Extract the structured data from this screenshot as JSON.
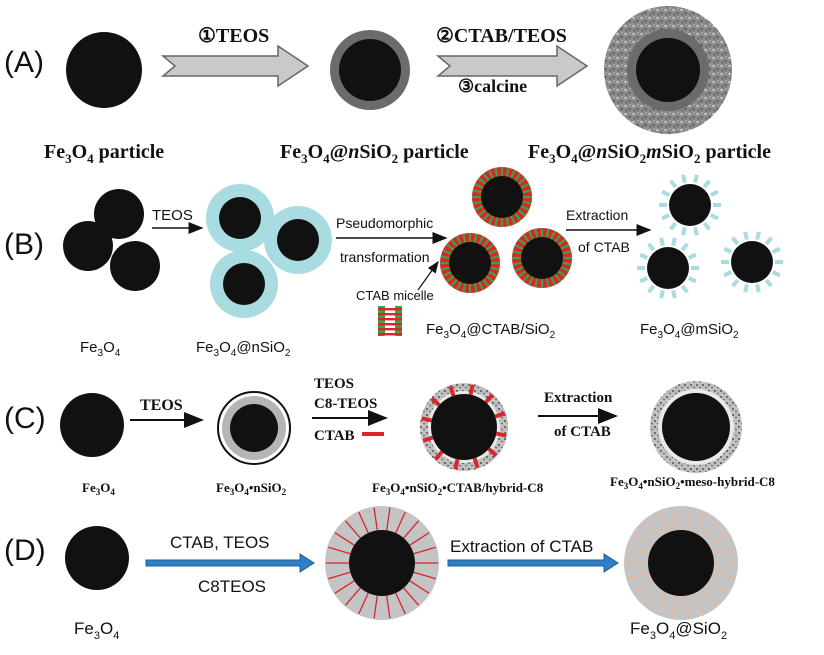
{
  "rows": {
    "A": {
      "row_label": "(A)",
      "arrow1_label": "①TEOS",
      "arrow2_label_top": "②CTAB/TEOS",
      "arrow2_label_bottom": "③calcine",
      "cap1": {
        "main": "Fe",
        "sub1": "3",
        "mid": "O",
        "sub2": "4",
        "tail": " particle"
      },
      "cap2": {
        "p1": "Fe",
        "s1": "3",
        "p2": "O",
        "s2": "4",
        "p3": "@",
        "italic": "n",
        "p4": "SiO",
        "s3": "2",
        "p5": " particle"
      },
      "cap3": {
        "p1": "Fe",
        "s1": "3",
        "p2": "O",
        "s2": "4",
        "p3": "@",
        "i1": "n",
        "p4": "SiO",
        "s3": "2",
        "i2": "m",
        "p5": "SiO",
        "s4": "2",
        "p6": " particle"
      }
    },
    "B": {
      "row_label": "(B)",
      "arrow1_label": "TEOS",
      "arrow2_label_top": "Pseudomorphic",
      "arrow2_label_bottom": "transformation",
      "arrow3_label_top": "Extraction",
      "arrow3_label_bottom": "of CTAB",
      "micelle_label": "CTAB micelle",
      "cap1": {
        "p1": "Fe",
        "s1": "3",
        "p2": "O",
        "s2": "4"
      },
      "cap2": {
        "p1": "Fe",
        "s1": "3",
        "p2": "O",
        "s2": "4",
        "p3": "@nSiO",
        "s3": "2"
      },
      "cap3": {
        "p1": "Fe",
        "s1": "3",
        "p2": "O",
        "s2": "4",
        "p3": "@CTAB/SiO",
        "s3": "2"
      },
      "cap4": {
        "p1": "Fe",
        "s1": "3",
        "p2": "O",
        "s2": "4",
        "p3": "@mSiO",
        "s3": "2"
      }
    },
    "C": {
      "row_label": "(C)",
      "arrow1_label": "TEOS",
      "arrow2_label_1": "TEOS",
      "arrow2_label_2": "C8-TEOS",
      "arrow2_label_3": "CTAB",
      "arrow3_label_top": "Extraction",
      "arrow3_label_bottom": "of CTAB",
      "cap1": {
        "p1": "Fe",
        "s1": "3",
        "p2": "O",
        "s2": "4"
      },
      "cap2": {
        "p1": "Fe",
        "s1": "3",
        "p2": "O",
        "s2": "4",
        "p3": "•nSiO",
        "s3": "2"
      },
      "cap3": {
        "p1": "Fe",
        "s1": "3",
        "p2": "O",
        "s2": "4",
        "p3": "•nSiO",
        "s3": "2",
        "p4": "•CTAB/hybrid-C8"
      },
      "cap4": {
        "p1": "Fe",
        "s1": "3",
        "p2": "O",
        "s2": "4",
        "p3": "•nSiO",
        "s3": "2",
        "p4": "•meso-hybrid-C8"
      }
    },
    "D": {
      "row_label": "(D)",
      "arrow1_label_top": "CTAB, TEOS",
      "arrow1_label_bottom": "C8TEOS",
      "arrow2_label": "Extraction of CTAB",
      "cap1": {
        "p1": "Fe",
        "s1": "3",
        "p2": "O",
        "s2": "4"
      },
      "cap2": {
        "p1": "Fe",
        "s1": "3",
        "p2": "O",
        "s2": "4",
        "p3": "@SiO",
        "s3": "2"
      }
    }
  },
  "colors": {
    "core": "#111111",
    "shell_dark_gray": "#6b6b6b",
    "shell_light_blue": "#a8dce0",
    "surfactant_red": "#d8262a",
    "surfactant_green": "#3aa344",
    "hollow_arrow_fill": "#c9c9c9",
    "blue_arrow": "#2f7fc4",
    "d_shell_gray": "#c4c4c4",
    "d_pore_orange": "#f2b48c"
  }
}
